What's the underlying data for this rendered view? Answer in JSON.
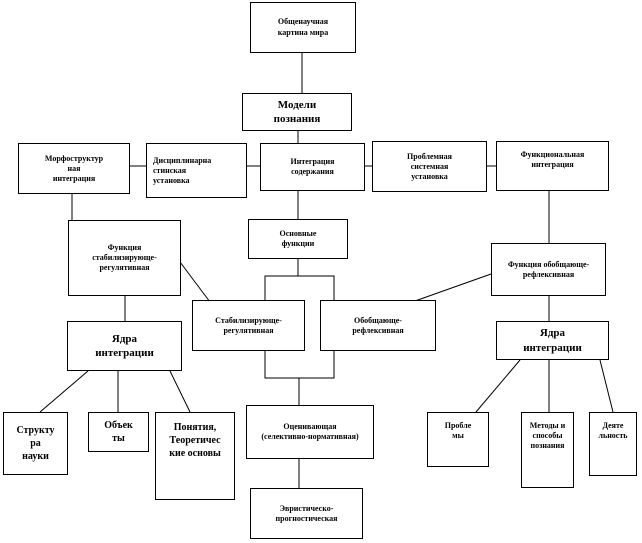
{
  "nodes": {
    "general_picture": "Общенаучная\nкартина мира",
    "models": "Модели\nпознания",
    "morphostructural": "Морфоструктур\nная\nинтеграция",
    "disciplinary": "Дисциплинарна\nстинская\nустановка",
    "integration_content": "Интеграция\nсодержания",
    "problem_system": "Проблемная\nсистемная\nустановка",
    "functional": "Функциональная\nинтеграция",
    "func_stabilizing": "Функция\nстабилизирующе-\nрегулятивная",
    "basic_functions": "Основные\nфункции",
    "func_generalizing": "Функция обобщающе-\nрефлексивная",
    "stabilizing": "Стабилизирующе-\nрегулятивная",
    "generalizing": "Обобщающе-\nрефлексивная",
    "cores_left": "Ядра\nинтеграции",
    "cores_right": "Ядра\nинтеграции",
    "structure": "Структу\nра\nнауки",
    "objects": "Объек\nты",
    "concepts": "Понятия,\nТеоретичес\nкие основы",
    "evaluative": "Оценивающая\n(селективно-нормативная)",
    "heuristic": "Эвристическо-\nпрогностическая",
    "problems": "Пробле\nмы",
    "methods": "Методы и\nспособы\nпознания",
    "activity": "Деяте\nльность"
  }
}
